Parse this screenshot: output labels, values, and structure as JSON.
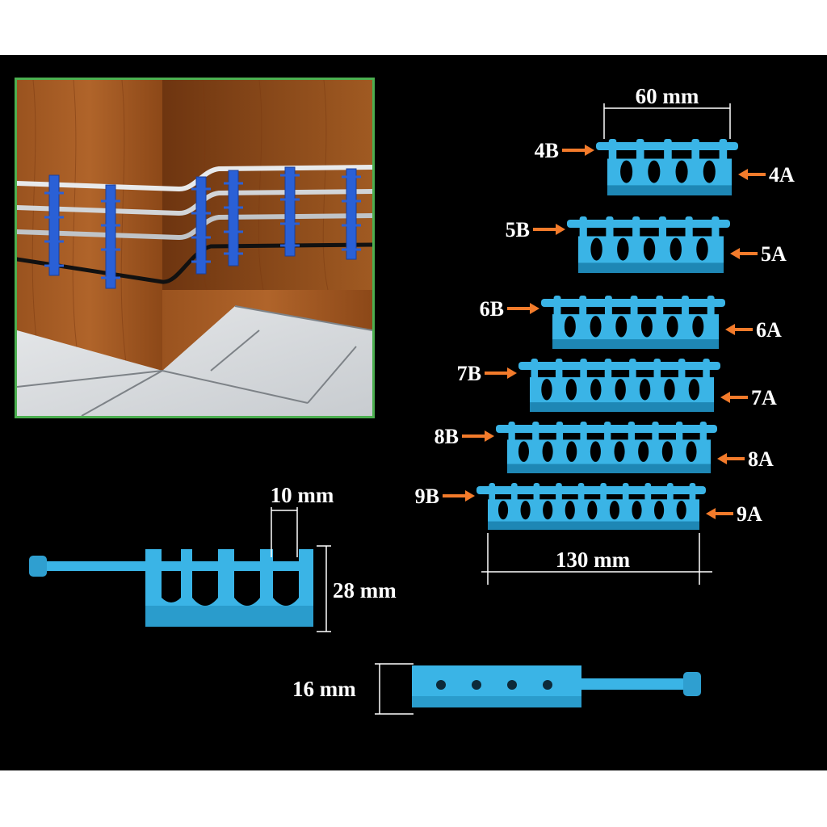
{
  "colors": {
    "background": "#000000",
    "clip_blue": "#3ab4e6",
    "clip_shadow": "#1e87b5",
    "arrow_orange": "#f37b2b",
    "photo_border": "#4caf50",
    "pipe_silver": "#c9ccd0",
    "pipe_black": "#111111",
    "wood": "#8a4a1c"
  },
  "dimensions": {
    "width_4": "60 mm",
    "width_9": "130 mm",
    "slot_width": "10 mm",
    "height": "28 mm",
    "depth": "16 mm"
  },
  "clips": [
    {
      "slots": 4,
      "label_b": "4B",
      "label_a": "4A"
    },
    {
      "slots": 5,
      "label_b": "5B",
      "label_a": "5A"
    },
    {
      "slots": 6,
      "label_b": "6B",
      "label_a": "6A"
    },
    {
      "slots": 7,
      "label_b": "7B",
      "label_a": "7A"
    },
    {
      "slots": 8,
      "label_b": "8B",
      "label_a": "8A"
    },
    {
      "slots": 9,
      "label_b": "9B",
      "label_a": "9A"
    }
  ]
}
